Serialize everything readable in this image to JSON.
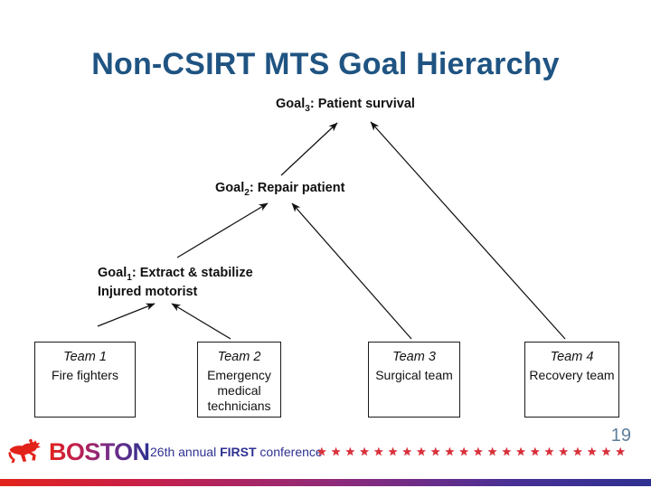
{
  "slide": {
    "title": "Non-CSIRT MTS Goal Hierarchy",
    "page_number": "19",
    "title_color": "#1F5482"
  },
  "diagram": {
    "type": "hierarchy",
    "goals": [
      {
        "id": "goal3",
        "label_prefix": "Goal",
        "subscript": "3",
        "text": ": Patient survival",
        "full": "Goal3: Patient survival"
      },
      {
        "id": "goal2",
        "label_prefix": "Goal",
        "subscript": "2",
        "text": ": Repair patient",
        "full": "Goal2: Repair patient"
      },
      {
        "id": "goal1",
        "label_prefix": "Goal",
        "subscript": "1",
        "text": ": Extract & stabilize",
        "line2": "Injured motorist",
        "full": "Goal1: Extract & stabilize Injured motorist"
      }
    ],
    "teams": [
      {
        "name": "Team 1",
        "description": "Fire fighters"
      },
      {
        "name": "Team 2",
        "description": "Emergency medical technicians"
      },
      {
        "name": "Team 3",
        "description": "Surgical team"
      },
      {
        "name": "Team 4",
        "description": "Recovery team"
      }
    ],
    "arrows": [
      {
        "from": "Team 1",
        "to": "Goal1"
      },
      {
        "from": "Team 2",
        "to": "Goal1"
      },
      {
        "from": "Goal1",
        "to": "Goal2"
      },
      {
        "from": "Team 3",
        "to": "Goal2"
      },
      {
        "from": "Goal2",
        "to": "Goal3"
      },
      {
        "from": "Team 4",
        "to": "Goal3"
      }
    ]
  },
  "footer": {
    "logo_text": "BOSTON",
    "conference_pre": "26th annual ",
    "conference_brand": "FIRST",
    "conference_post": " conference",
    "star_count": 22,
    "star_color": "#D8323C",
    "bar_colors": [
      "#E2231A",
      "#8E2A7B",
      "#2E3191"
    ]
  }
}
